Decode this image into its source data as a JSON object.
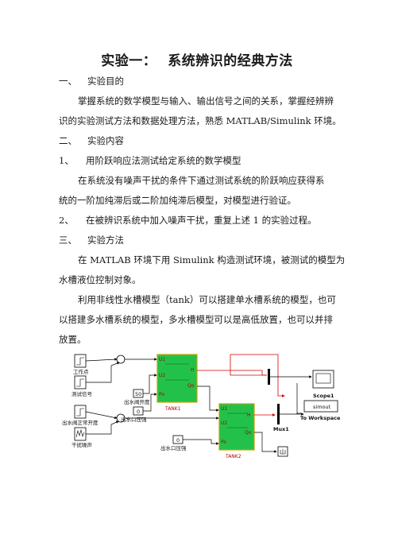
{
  "doc": {
    "title_left": "实验一：",
    "title_right": "系统辨识的经典方法",
    "sec1": {
      "num": "一、",
      "text": "实验目的"
    },
    "p1_l1": "掌握系统的数学模型与输入、输出信号之间的关系，掌握经辨辨",
    "p1_l2": "识的实验测试方法和数据处理方法，熟悉 MATLAB/Simulink 环境。",
    "sec2": {
      "num": "二、",
      "text": "实验内容"
    },
    "item1": {
      "num": "1、",
      "text": "用阶跃响应法测试给定系统的数学模型"
    },
    "p2_l1": "在系统没有噪声干扰的条件下通过测试系统的阶跃响应获得系",
    "p2_l2": "统的一阶加纯滞后或二阶加纯滞后模型，对模型进行验证。",
    "item2": {
      "num": "2、",
      "text": "在被辨识系统中加入噪声干扰，重复上述 1 的实验过程。"
    },
    "sec3": {
      "num": "三、",
      "text": "实验方法"
    },
    "p3_l1": "在 MATLAB 环境下用 Simulink 构造测试环境，被测试的模型为",
    "p3_l2": "水槽液位控制对象。",
    "p4_l1": "利用非线性水槽模型（tank）可以搭建单水槽系统的模型，也可",
    "p4_l2": "以搭建多水槽系统的模型，多水槽模型可以是高低放置，也可以并排",
    "p4_l3": "放置。"
  },
  "diagram": {
    "in1_label": "工作点",
    "in2_label": "测试信号",
    "in3_label": "出水阀正常开度",
    "in4_label": "干扰噪声",
    "const1_value": "50",
    "const1_label": "出水阀开度",
    "const2_value": "0",
    "const2_label": "出水口压强",
    "const3_value": "0",
    "const3_label": "出水口压强",
    "tank1_name": "TANK1",
    "tank2_name": "TANK2",
    "tank_port_u1": "U1",
    "tank_port_u2": "U2",
    "tank_port_po": "Po",
    "tank_port_h": "H",
    "tank_port_qo": "Qo",
    "scope_name": "Scope1",
    "simout_value": "simout",
    "simout_name": "To Workspace",
    "mux_name": "Mux1",
    "colors": {
      "tank_fill": "#22c24a",
      "tank_border": "#c8a000",
      "signal_red": "#d40000",
      "wire": "#000000"
    }
  }
}
